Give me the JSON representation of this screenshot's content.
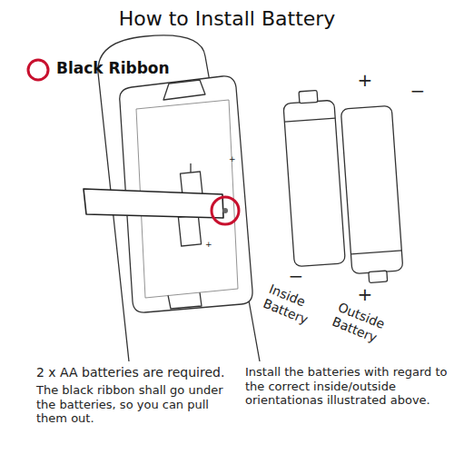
{
  "diagram": {
    "title": "How to Install Battery",
    "labels": [
      "+",
      "+",
      "+",
      "−",
      "−",
      "+",
      "Inside Battery",
      "Outside Battery",
      "2 x AA batteries are required.",
      "The black ribbon shall go under the batteries, so you can pull them out.",
      "Install the batteries with regard to the correct inside/outside orientationas illustrated above."
    ],
    "legend": [
      {
        "text": "Black Ribbon"
      }
    ]
  }
}
